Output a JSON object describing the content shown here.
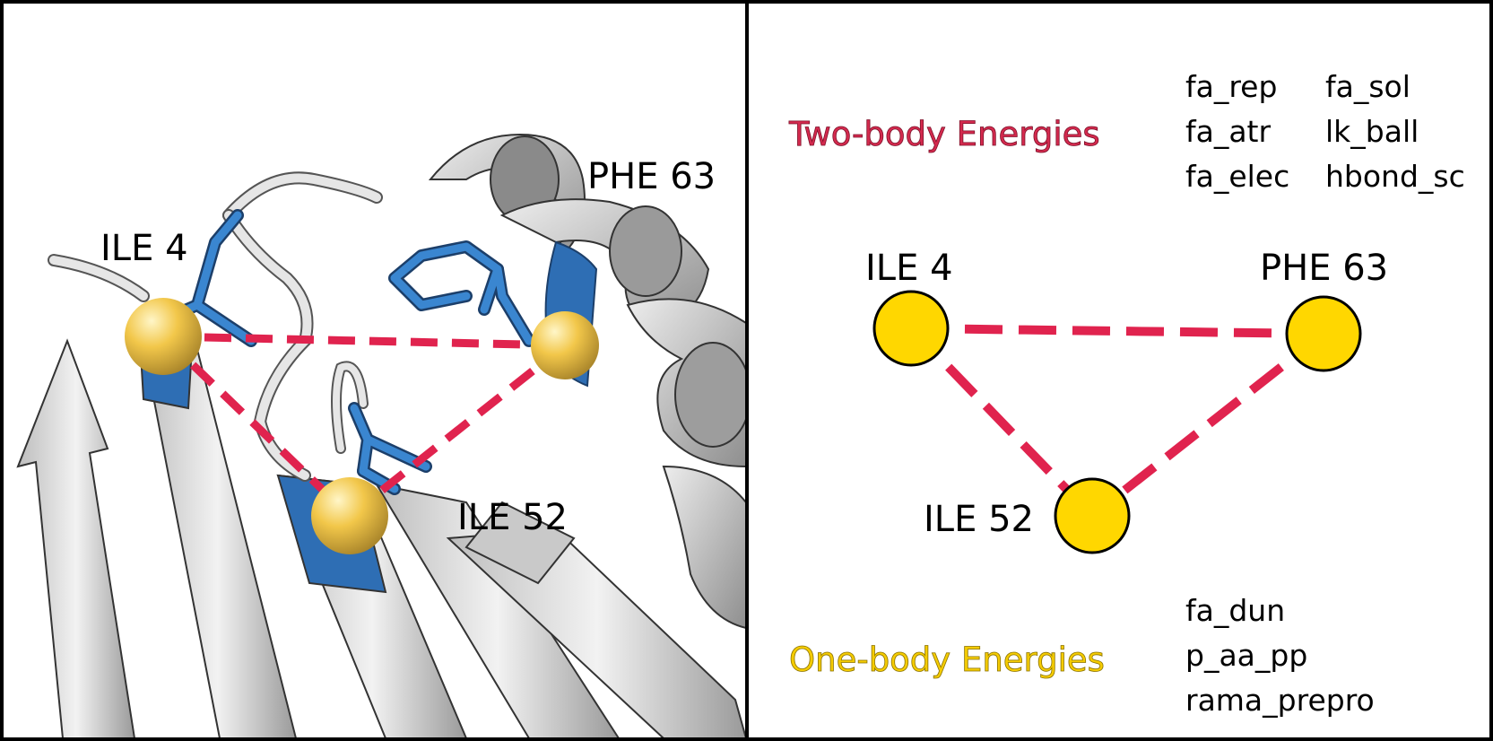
{
  "colors": {
    "frame": "#000000",
    "edge": "#e0234e",
    "node_fill": "#ffd700",
    "sphere": "#f2c74a",
    "sidechain": "#2e6eb4",
    "ribbon": "#d9d9d9",
    "two_body_title": "#d42a4e",
    "one_body_title": "#f5cc00"
  },
  "protein_panel": {
    "labels": {
      "ile4": "ILE 4",
      "phe63": "PHE 63",
      "ile52": "ILE 52"
    }
  },
  "graph_panel": {
    "nodes": {
      "ile4": "ILE 4",
      "phe63": "PHE 63",
      "ile52": "ILE 52"
    },
    "two_body": {
      "title": "Two-body Energies",
      "terms_col1": [
        "fa_rep",
        "fa_atr",
        "fa_elec"
      ],
      "terms_col2": [
        "fa_sol",
        "lk_ball",
        "hbond_sc"
      ]
    },
    "one_body": {
      "title": "One-body Energies",
      "terms": [
        "fa_dun",
        "p_aa_pp",
        "rama_prepro"
      ]
    }
  }
}
